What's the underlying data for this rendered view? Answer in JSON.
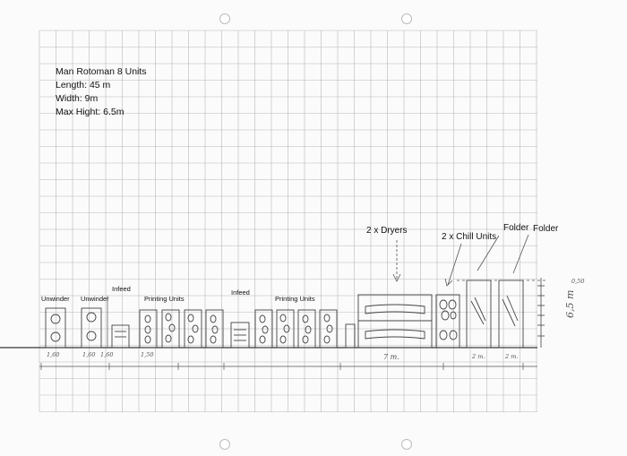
{
  "info": {
    "title": "Man Rotoman 8 Units",
    "length": "Length: 45 m",
    "width": "Width: 9m",
    "height": "Max Hight: 6.5m"
  },
  "labels": {
    "unwinder_1": "Unwinder",
    "unwinder_2": "Unwinder",
    "infeed_1": "Infeed",
    "printing_1": "Printing Units",
    "infeed_2": "Infeed",
    "printing_2": "Printing Units",
    "dryers": "2 x Dryers",
    "chill": "2 x Chill Units",
    "folder_1": "Folder",
    "folder_2": "Folder"
  },
  "handwriting": {
    "dim_1": "1,60",
    "dim_2": "1,60",
    "dim_3": "1,60",
    "dim_4": "1,50",
    "dim_5": "7 m.",
    "dim_6": "2 m.",
    "dim_7": "2 m.",
    "height_mark": "0,50",
    "total_height": "6,5 m"
  }
}
